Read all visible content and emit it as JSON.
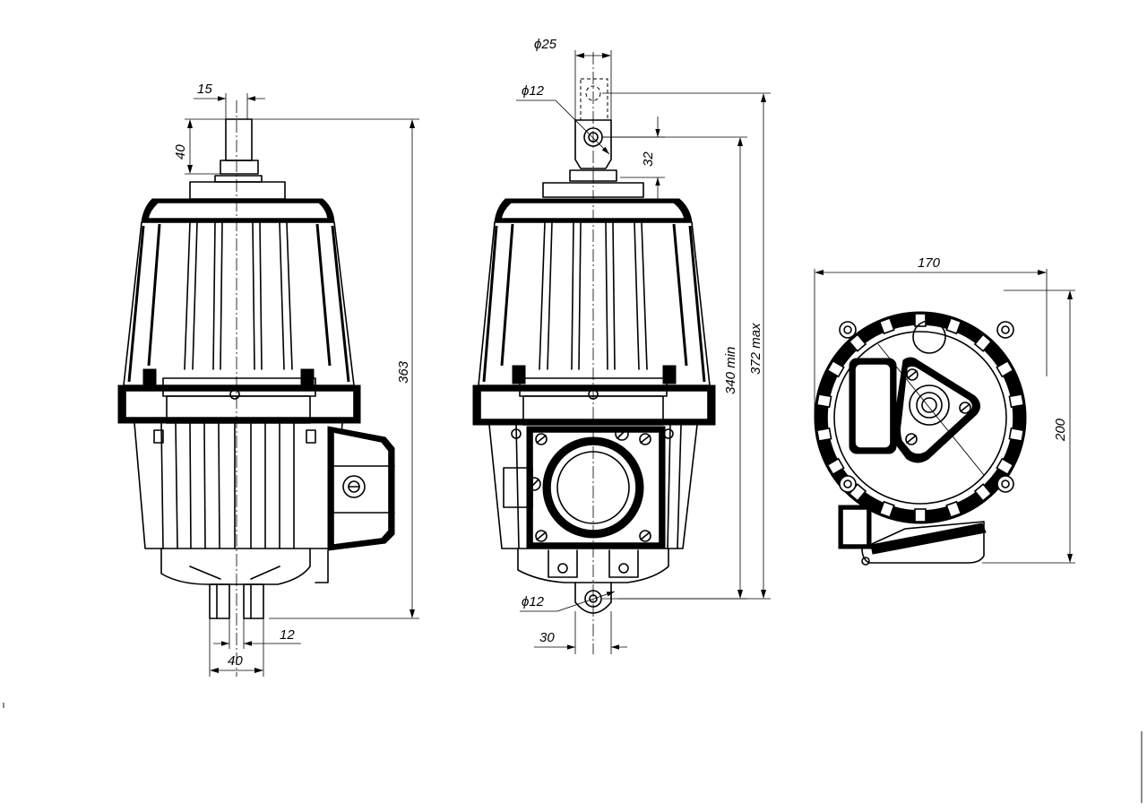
{
  "drawing": {
    "dimensions": {
      "side_top_offset": "15",
      "side_rod_length": "40",
      "side_height": "363",
      "side_base_offset": "12",
      "side_base_width": "40",
      "front_rod_diameter": "ϕ25",
      "front_eye_diameter": "ϕ12",
      "front_eye_offset": "32",
      "front_min_length": "340 min",
      "front_max_length": "372 max",
      "front_bottom_eye_diameter": "ϕ12",
      "front_bottom_eye_width": "30",
      "top_width": "170",
      "top_height": "200"
    }
  }
}
